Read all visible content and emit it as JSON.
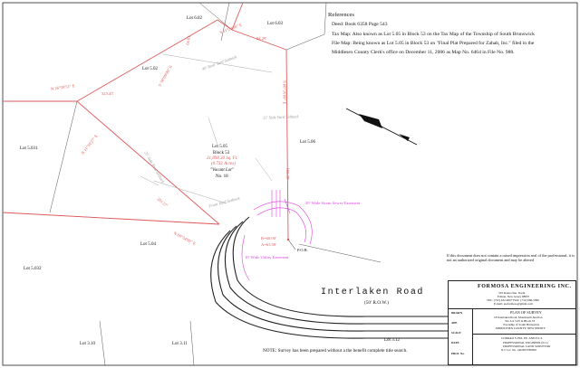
{
  "references": {
    "title": "References",
    "lines": [
      "Deed: Book 6358 Page 543",
      "Tax Map: Also known as Lot 5.05 in Block  53 on the Tax  Map of the Township of South Brunswick",
      "File Map: Being known as Lot 5.05 in Block 53 on \"Final Plat Prepared for Zahab, Inc.\" filed in the",
      "Middlesex County Clerk's office on December 11, 2006 as Map No. 6464 in File No. 988."
    ]
  },
  "lots": {
    "lot_602": "Lot 6.02",
    "lot_603": "Lot 6.03",
    "lot_502": "Lot 5.02",
    "lot_5031": "Lot 5.031",
    "lot_506": "Lot 5.06",
    "lot_504": "Lot 5.04",
    "lot_5032": "Lot 5.032",
    "lot_310": "Lot 3.10",
    "lot_311": "Lot 3.11",
    "lot_312": "Lot 3.12"
  },
  "subject": {
    "lot": "Lot 5.05",
    "block": "Block 53",
    "area": "31,898.30 Sq. Ft.",
    "acres": "(0.732 Acres)",
    "status": "\"Vacant Lot\"",
    "number": "No. 18"
  },
  "bearings": {
    "b1": "N 26°58'51\" E",
    "d1": "323.45'",
    "b2": "S 78°09'09\" E",
    "b3": "N 11°34'27\" E",
    "b4": "S 11°24'00\" E",
    "d4": "66.81'",
    "d5": "94.29'",
    "b6": "S 08°26'09\" E",
    "d7": "201.57'",
    "b8": "N 08°34'00\" E",
    "d9": "185.39'"
  },
  "annotations": {
    "curve_r": "R=60.00'",
    "curve_a": "A=63.58'",
    "pob": "P.O.B.",
    "storm": "20' Wide Storm Sewer Easement",
    "utility": "10' Wide Utility Easement",
    "setback1": "40' Rear Yard Setback",
    "setback2": "15' Side Yard Setback",
    "setback3": "25' Side Yard Setback",
    "setback4": "Front Yard Setback"
  },
  "road": {
    "name": "Interlaken  Road",
    "row": "(50' R.O.W.)"
  },
  "disclaimer": "If this document does not contain a raised impression seal of the professional, it is not an authorized original document and may be altered",
  "note": "NOTE:  Survey has been prepared without a the benefit complete title search.",
  "title_block": {
    "firm": "FORMOSA ENGINEERING INC.",
    "addr1": "319 Route One, North",
    "addr2": "Edison, New Jersey 08837",
    "addr3": "TEL: (732) 632-9007   FAX: (732) 966-5990",
    "addr4": "E-mail: aseformosa@gmail.com",
    "plan_title": "PLAN OF SURVEY",
    "plan_line1": "18 Interlaken Road, Monmouth Junction",
    "plan_line2": "Tax Lot 5.05 in Block 53",
    "plan_line3": "Township of South Brunswick",
    "plan_line4": "MIDDLESEX COUNTY, NEW JERSEY",
    "labels": [
      "DRAWN",
      "APP.",
      "SCALE",
      "DATE",
      "PROJ. No."
    ],
    "signature": "CONRAD S. HO, P.E. AND P.L.S.",
    "license1": "PROFESSIONAL ENGINEER (N.J.)",
    "license2": "PROFESSIONAL LAND SURVEYOR",
    "license3": "N.J. Lic. No. 24GE03780000"
  },
  "colors": {
    "boundary": "#e05a5a",
    "easement": "#e040e0",
    "linework": "#222222"
  }
}
